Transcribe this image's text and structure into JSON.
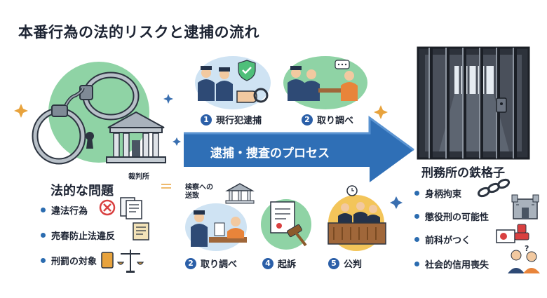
{
  "title": "本番行為の法的リスクと逮捕の流れ",
  "left": {
    "court_label": "裁判所",
    "heading": "法的な問題",
    "items": [
      "違法行為",
      "売春防止法違反",
      "刑罰の対象"
    ]
  },
  "process": {
    "arrow_label": "逮捕・捜査のプロセス",
    "steps": [
      {
        "num": "1",
        "label": "現行犯逮捕"
      },
      {
        "num": "2",
        "label": "取り調べ"
      },
      {
        "num": "2",
        "label": "取り調べ"
      },
      {
        "num": "4",
        "label": "起訴"
      },
      {
        "num": "5",
        "label": "公判"
      }
    ],
    "prosecutor_label_1": "検察への",
    "prosecutor_label_2": "送致"
  },
  "right": {
    "heading": "刑務所の鉄格子",
    "items": [
      "身柄拘束",
      "懲役刑の可能性",
      "前科がつく",
      "社会的信用喪失"
    ]
  },
  "colors": {
    "arrow": "#2f6fb6",
    "green_circle": "#8fd3a5",
    "blue_circle": "#cfe3f3",
    "prison": "#3a3f4a",
    "accent": "#d94040"
  }
}
